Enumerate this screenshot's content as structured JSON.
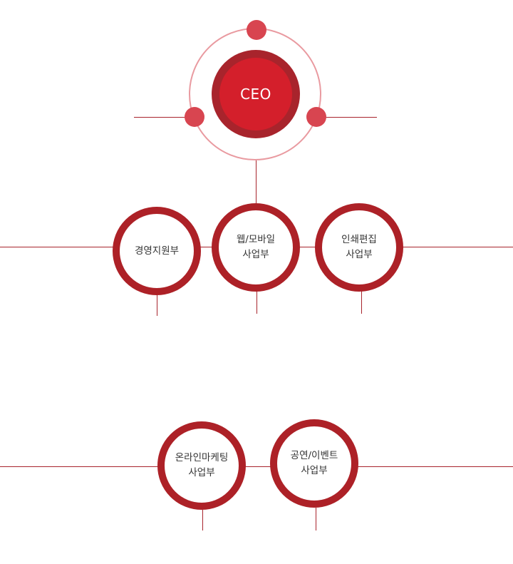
{
  "ceo": {
    "label": "CEO"
  },
  "departments": [
    {
      "lines": [
        "경영지원부"
      ]
    },
    {
      "lines": [
        "웹/모바일",
        "사업부"
      ]
    },
    {
      "lines": [
        "인쇄편집",
        "사업부"
      ]
    },
    {
      "lines": [
        "온라인마케팅",
        "사업부"
      ]
    },
    {
      "lines": [
        "공연/이벤트",
        "사업부"
      ]
    }
  ],
  "colors": {
    "primary": "#ad2127",
    "ceo_fill": "#d41f2b",
    "orbit": "#e99aa0",
    "dot": "#d84550"
  }
}
